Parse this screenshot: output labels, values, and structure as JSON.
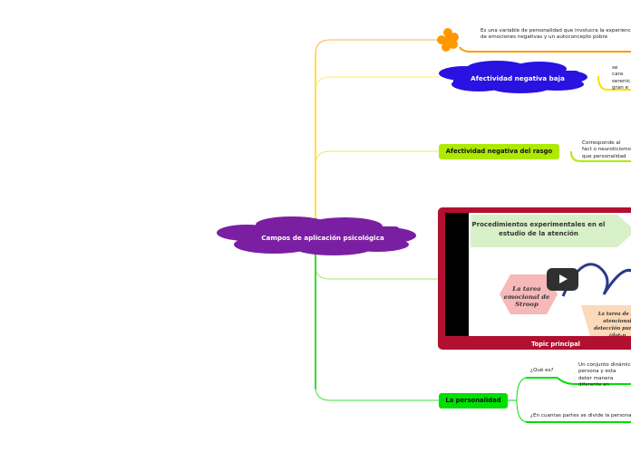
{
  "central": {
    "label": "Campos de aplicación psicológica"
  },
  "branches": {
    "top_desc": "Es una variable de personalidad que involucra la experiencia de emociones negativas y un autoconcepto pobre",
    "baja": {
      "label": "Afectividad negativa baja",
      "desc": "se cara serenic gran e"
    },
    "rasgo": {
      "label": "Afectividad negativa del rasgo",
      "desc": "Corresponde al fact o neuroticismo que personalidad"
    },
    "video": {
      "title": "Procedimientos experimentales en el estudio de la atención",
      "stroop": "La tarea emocional de Stroop",
      "right_text": "La tarea de so atencional detección puntos (dot-p",
      "caption": "Topic principal"
    },
    "personalidad": {
      "label": "La personalidad",
      "q1": "¿Qué es?",
      "q1_desc": "Un conjunto dinámic persona y esta deter manera diferente an",
      "q2": "¿En cuantas partes se divide la personal"
    }
  },
  "colors": {
    "purple": "#7b1fa2",
    "orange": "#ff9800",
    "yellow": "#ffeb3b",
    "lime": "#aeea00",
    "green": "#00e000",
    "video_frame": "#b21030"
  }
}
